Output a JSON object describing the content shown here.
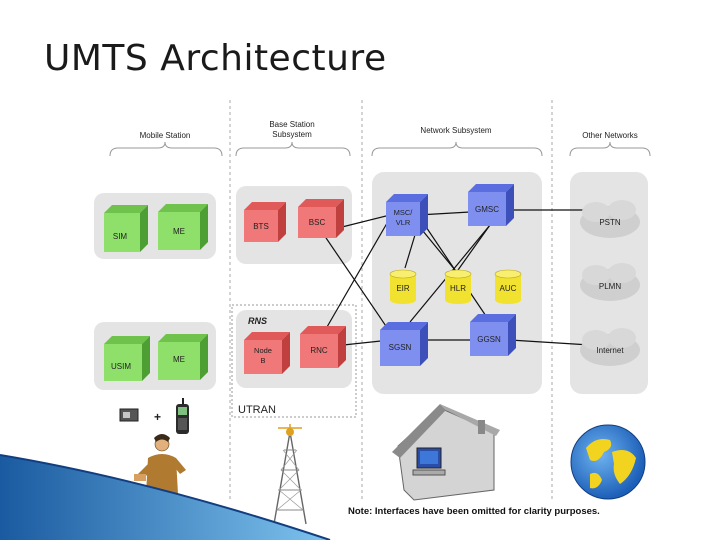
{
  "slide": {
    "title": "UMTS Architecture"
  },
  "sections": {
    "mobile_station": "Mobile Station",
    "bss_line1": "Base Station",
    "bss_line2": "Subsystem",
    "network_subsystem": "Network Subsystem",
    "other_networks": "Other Networks"
  },
  "mobile": {
    "sim": "SIM",
    "me_top": "ME",
    "usim": "USIM",
    "me_bottom": "ME"
  },
  "bss": {
    "bts": "BTS",
    "bsc": "BSC",
    "rns": "RNS",
    "node_b_line1": "Node",
    "node_b_line2": "B",
    "rnc": "RNC",
    "utran": "UTRAN"
  },
  "network": {
    "msc_line1": "MSC/",
    "msc_line2": "VLR",
    "gmsc": "GMSC",
    "eir": "EIR",
    "hlr": "HLR",
    "auc": "AUC",
    "sgsn": "SGSN",
    "ggsn": "GGSN"
  },
  "other": {
    "pstn": "PSTN",
    "plmn": "PLMN",
    "internet": "Internet"
  },
  "plus": "+",
  "note": "Note: Interfaces have been omitted for clarity purposes.",
  "colors": {
    "green": "#8ee06a",
    "red": "#f07878",
    "yellow": "#f2e230",
    "panel": "#e4e4e4",
    "cloud": "#d0d0d0"
  }
}
